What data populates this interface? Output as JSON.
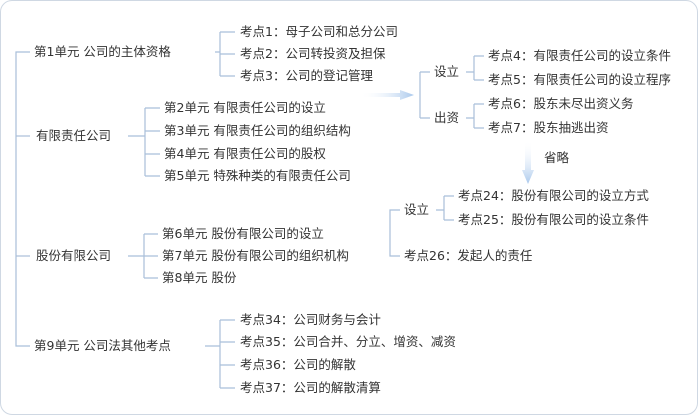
{
  "nodes": {
    "u1": "第1单元  公司的主体资格",
    "k1": "考点1：母子公司和总分公司",
    "k2": "考点2：公司转投资及担保",
    "k3": "考点3：公司的登记管理",
    "llc": "有限责任公司",
    "u2": "第2单元  有限责任公司的设立",
    "u3": "第3单元  有限责任公司的组织结构",
    "u4": "第4单元  有限责任公司的股权",
    "u5": "第5单元  特殊种类的有限责任公司",
    "setup1": "设立",
    "k4": "考点4：有限责任公司的设立条件",
    "k5": "考点5：有限责任公司的设立程序",
    "capital": "出资",
    "k6": "考点6：股东未尽出资义务",
    "k7": "考点7：股东抽逃出资",
    "omit": "省略",
    "jsc": "股份有限公司",
    "u6": "第6单元    股份有限公司的设立",
    "u7": "第7单元    股份有限公司的组织机构",
    "u8": "第8单元    股份",
    "setup2": "设立",
    "k24": "考点24：股份有限公司的设立方式",
    "k25": "考点25：股份有限公司的设立条件",
    "k26": "考点26：发起人的责任",
    "u9": "第9单元  公司法其他考点",
    "k34": "考点34：公司财务与会计",
    "k35": "考点35：公司合并、分立、增资、减资",
    "k36": "考点36：公司的解散",
    "k37": "考点37：公司的解散清算"
  },
  "colors": {
    "line": "#a9bfd9",
    "arrow": "#a9c8ec",
    "border": "#cfd8e3"
  }
}
